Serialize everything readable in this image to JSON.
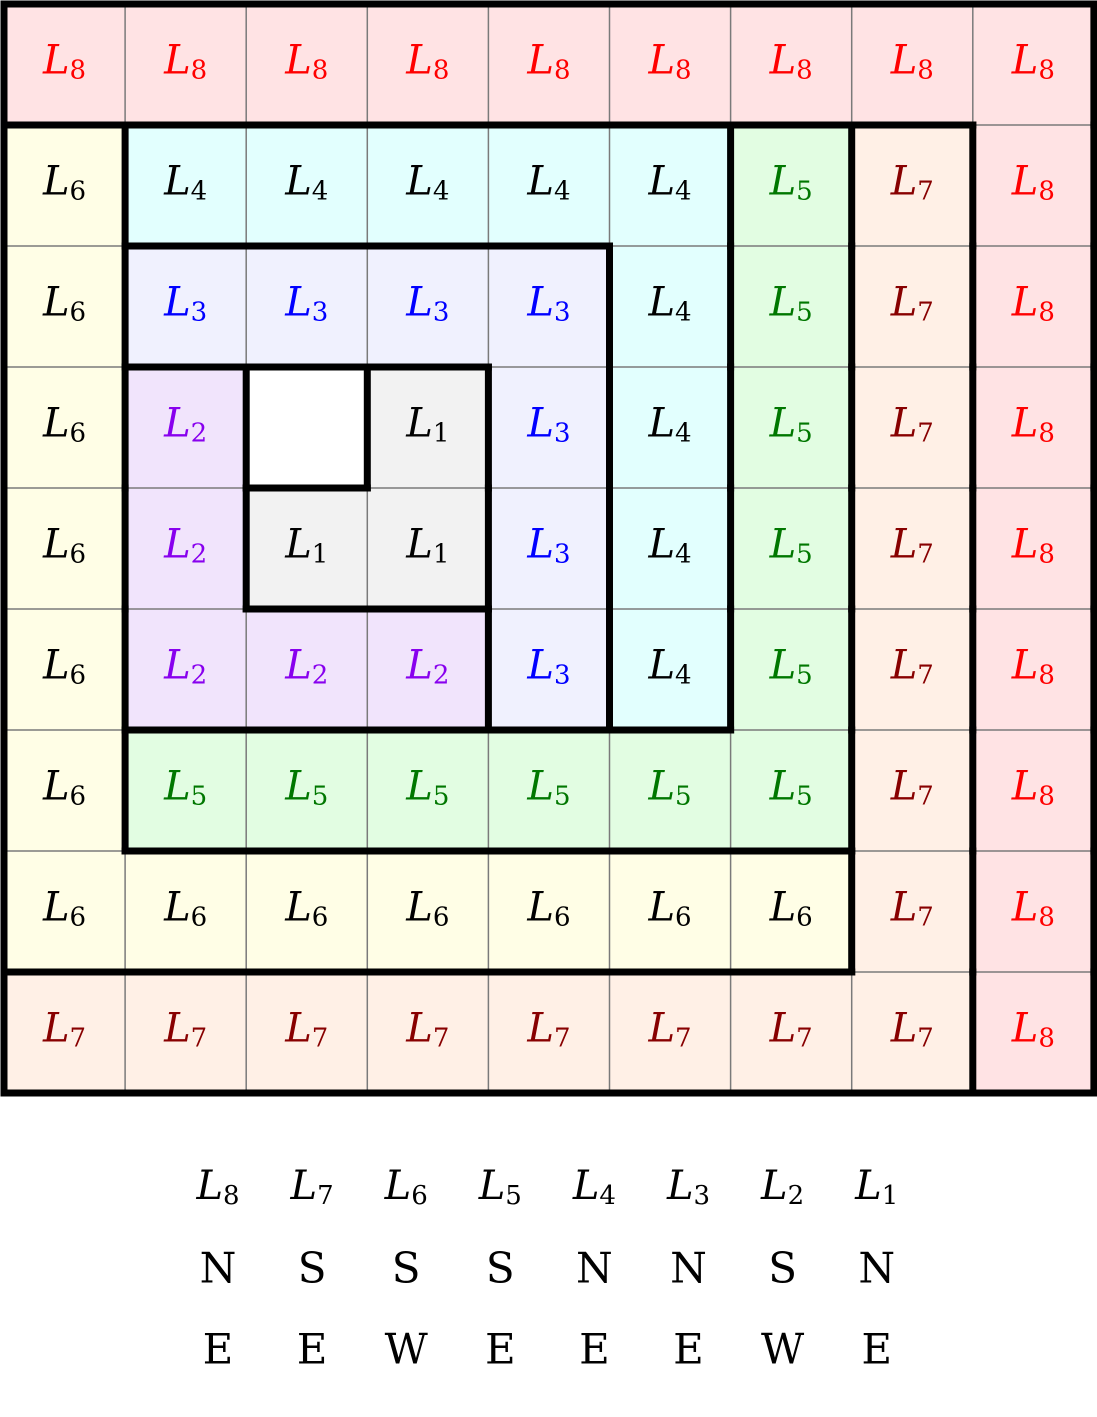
{
  "grid": {
    "rows": [
      [
        "8",
        "8",
        "8",
        "8",
        "8",
        "8",
        "8",
        "8",
        "8"
      ],
      [
        "6",
        "4",
        "4",
        "4",
        "4",
        "4",
        "5",
        "7",
        "8"
      ],
      [
        "6",
        "3",
        "3",
        "3",
        "3",
        "4",
        "5",
        "7",
        "8"
      ],
      [
        "6",
        "2",
        "",
        "1",
        "3",
        "4",
        "5",
        "7",
        "8"
      ],
      [
        "6",
        "2",
        "1",
        "1",
        "3",
        "4",
        "5",
        "7",
        "8"
      ],
      [
        "6",
        "2",
        "2",
        "2",
        "3",
        "4",
        "5",
        "7",
        "8"
      ],
      [
        "6",
        "5",
        "5",
        "5",
        "5",
        "5",
        "5",
        "7",
        "8"
      ],
      [
        "6",
        "6",
        "6",
        "6",
        "6",
        "6",
        "6",
        "7",
        "8"
      ],
      [
        "7",
        "7",
        "7",
        "7",
        "7",
        "7",
        "7",
        "7",
        "8"
      ]
    ]
  },
  "pieces": {
    "1": {
      "fill": "#f2f2f2",
      "text": "#000000"
    },
    "2": {
      "fill": "#f1e4fc",
      "text": "#8800ee"
    },
    "3": {
      "fill": "#f0f1fe",
      "text": "#0000ff"
    },
    "4": {
      "fill": "#e2fffe",
      "text": "#000000"
    },
    "5": {
      "fill": "#e2fde2",
      "text": "#007700"
    },
    "6": {
      "fill": "#fffee6",
      "text": "#000000"
    },
    "7": {
      "fill": "#fff0e6",
      "text": "#880000"
    },
    "8": {
      "fill": "#ffe3e4",
      "text": "#ff0000"
    },
    "empty": {
      "fill": "#ffffff"
    }
  },
  "label_letter": "L",
  "table": {
    "headers": [
      "8",
      "7",
      "6",
      "5",
      "4",
      "3",
      "2",
      "1"
    ],
    "row1": [
      "N",
      "S",
      "S",
      "S",
      "N",
      "N",
      "S",
      "N"
    ],
    "row2": [
      "E",
      "E",
      "W",
      "E",
      "E",
      "E",
      "W",
      "E"
    ]
  }
}
